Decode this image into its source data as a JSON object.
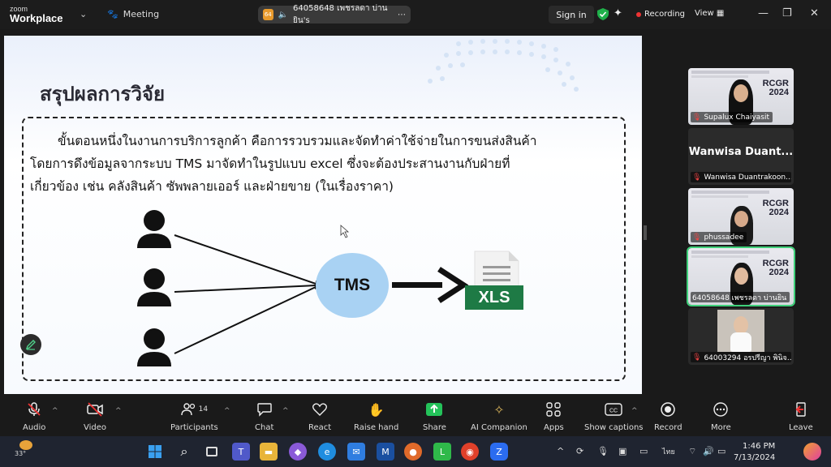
{
  "titlebar": {
    "logo_top": "zoom",
    "logo_bottom": "Workplace",
    "meeting_label": "Meeting",
    "meeting_id_pill": "64058648 เพชรลดา บ่านยิน's",
    "sign_in": "Sign in",
    "recording": "Recording",
    "view": "View"
  },
  "slide": {
    "title": "สรุปผลการวิจัย",
    "lines": [
      "ขั้นตอนหนึ่งในงานการบริการลูกค้า คือการรวบรวมและจัดทำค่าใช้จ่ายในการขนส่งสินค้า",
      "โดยการดึงข้อมูลจากระบบ TMS มาจัดทำในรูปแบบ excel ซึ่งจะต้องประสานงานกับฝ่ายที่",
      "เกี่ยวข้อง เช่น คลังสินค้า ซัพพลายเออร์ และฝ่ายขาย (ในเรื่องราคา)"
    ],
    "tms_label": "TMS",
    "xls_label": "XLS"
  },
  "gallery": {
    "tiles": [
      {
        "name": "Supalux Chaiyasit",
        "type": "video"
      },
      {
        "bigname": "Wanwisa  Duant...",
        "name": "Wanwisa Duantrakoon...",
        "type": "name"
      },
      {
        "name": "phussadee",
        "type": "video"
      },
      {
        "name": "64058648 เพชรลดา บ่านยิน",
        "type": "video",
        "active": true
      },
      {
        "name": "64003294 อรปรีญา พินิจ...",
        "type": "video"
      }
    ]
  },
  "toolbar": {
    "audio": "Audio",
    "video": "Video",
    "participants": "Participants",
    "participants_count": "14",
    "chat": "Chat",
    "react": "React",
    "raise_hand": "Raise hand",
    "share": "Share",
    "ai_companion": "AI Companion",
    "apps": "Apps",
    "show_captions": "Show captions",
    "record": "Record",
    "more": "More",
    "leave": "Leave"
  },
  "taskbar": {
    "weather": "33°",
    "lang": "ไทย",
    "time": "1:46 PM",
    "date": "7/13/2024"
  },
  "colors": {
    "tms_circle": "#a9d2f3",
    "xls_green": "#1e7a45",
    "recording_dot": "#ee3333",
    "share_green": "#24c35a",
    "active_tile": "#3fd07a",
    "leave_red": "#e33"
  }
}
